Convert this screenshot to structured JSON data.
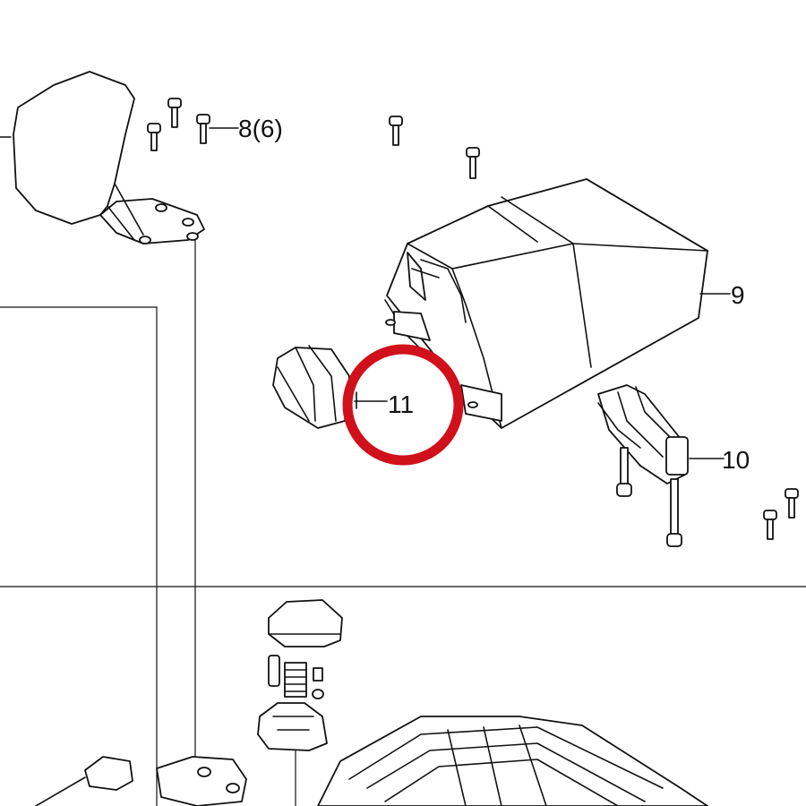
{
  "diagram": {
    "callouts": [
      {
        "id": "8",
        "text": "8(6)"
      },
      {
        "id": "9",
        "text": "9"
      },
      {
        "id": "10",
        "text": "10"
      },
      {
        "id": "11",
        "text": "11"
      }
    ],
    "highlight": {
      "target": "11",
      "color": "#d0101a"
    }
  }
}
